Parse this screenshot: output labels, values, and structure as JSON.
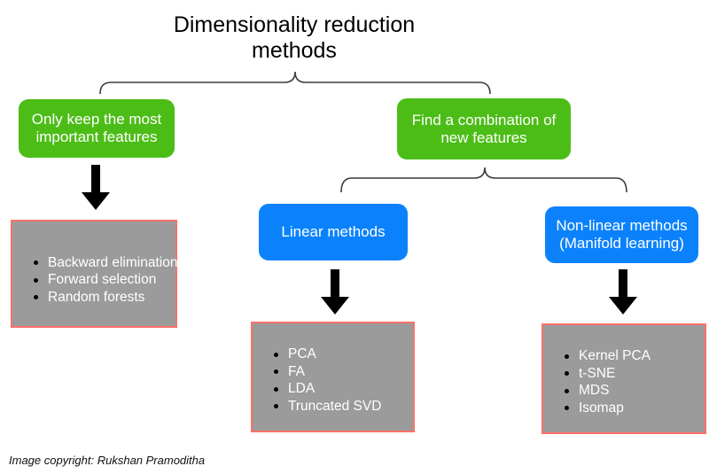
{
  "title": {
    "text": "Dimensionality reduction methods"
  },
  "branch_boxes": {
    "left": {
      "label": "Only keep the most important features"
    },
    "right": {
      "label": "Find a combination of new features"
    }
  },
  "method_boxes": {
    "linear": {
      "label": "Linear methods"
    },
    "nonlinear": {
      "label": "Non-linear methods (Manifold learning)"
    }
  },
  "lists": {
    "feature_selection": {
      "items": [
        "Backward elimination",
        "Forward selection",
        "Random forests"
      ]
    },
    "linear_methods": {
      "items": [
        "PCA",
        "FA",
        "LDA",
        "Truncated SVD"
      ]
    },
    "nonlinear_methods": {
      "items": [
        "Kernel PCA",
        "t-SNE",
        "MDS",
        "Isomap"
      ]
    }
  },
  "footer": {
    "copyright": "Image copyright: Rukshan Pramoditha"
  },
  "colors": {
    "green": "#4cbd17",
    "blue": "#0b82fc",
    "gray": "#9b9b9b",
    "list_border": "#fc7168",
    "line": "#3c3c3c",
    "arrow": "#000000",
    "bullet": "#000000",
    "text_on_box": "#ffffff"
  }
}
